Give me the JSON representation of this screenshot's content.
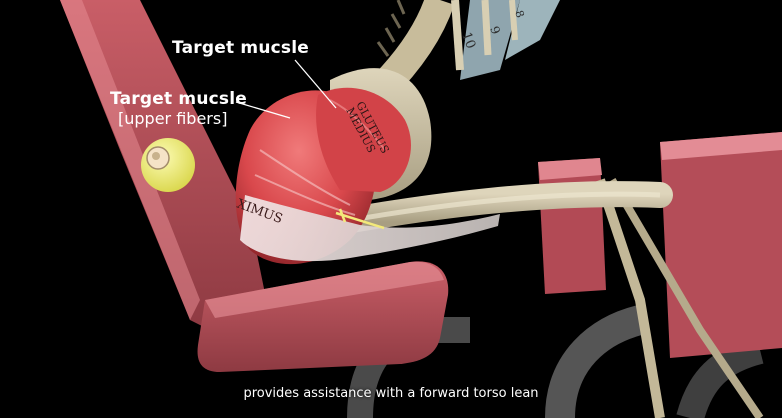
{
  "labels": {
    "target_main": "Target mucsle",
    "target_upper": "Target mucsle",
    "target_upper_sub": "[upper fibers]"
  },
  "muscle_text": {
    "gluteus_medius_line1": "GLUTEUS",
    "gluteus_medius_line2": "MEDIUS",
    "gluteus_maximus_partial": "XIMUS"
  },
  "rib_numbers": [
    "10",
    "9",
    "8"
  ],
  "caption": "provides assistance with a forward torso lean",
  "colors": {
    "muscle_red": "#d9484c",
    "bone": "#c9bfa3",
    "seat": "#b8505a",
    "highlight_ball": "#f2f070",
    "background": "#000000"
  }
}
